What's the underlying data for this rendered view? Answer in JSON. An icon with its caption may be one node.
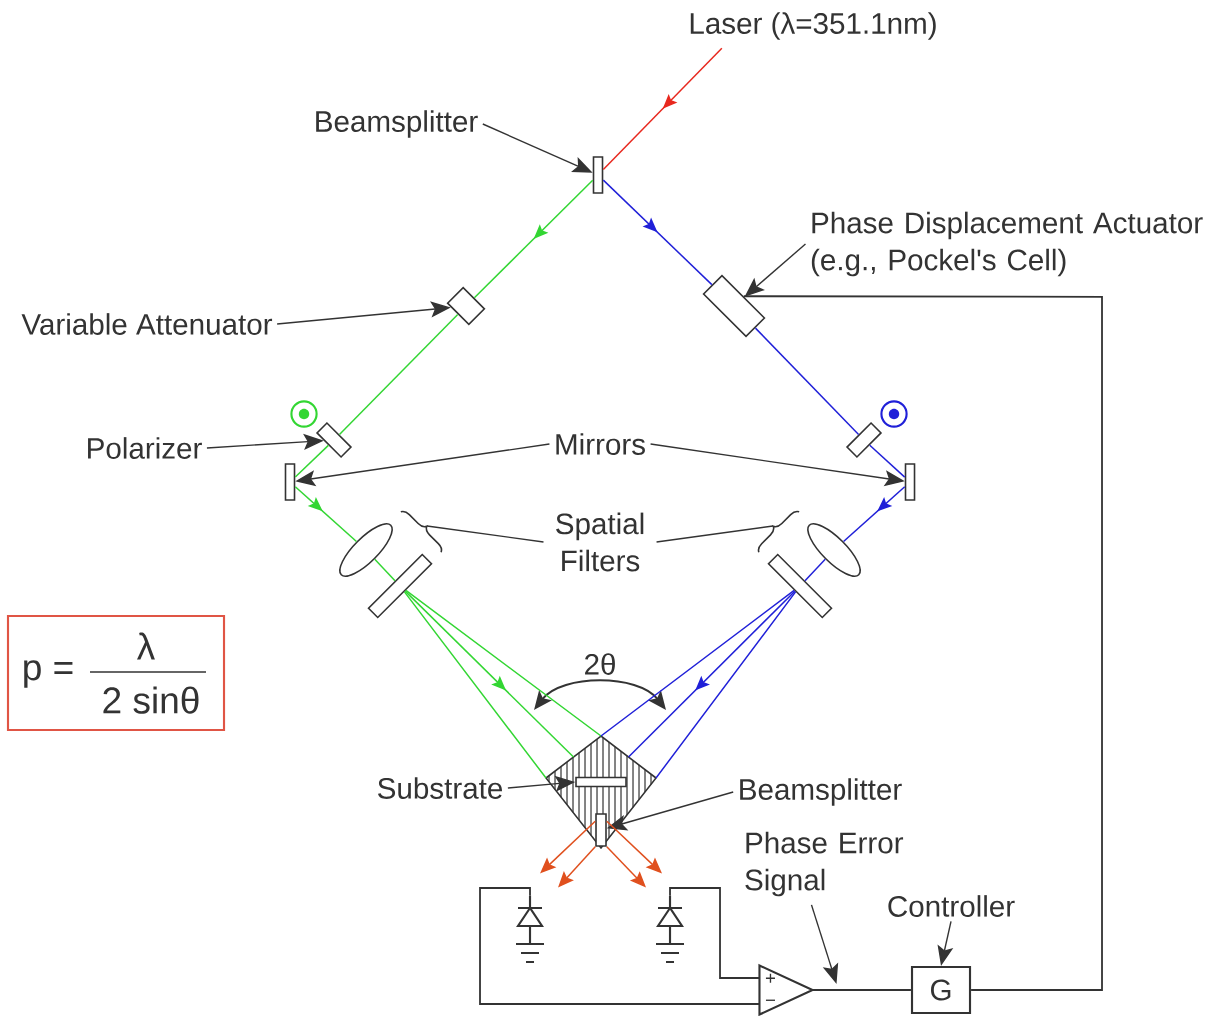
{
  "diagram": {
    "nodes": [
      {
        "text": [
          "Laser (λ=351.1nm)"
        ]
      },
      {
        "text": [
          "Beamsplitter"
        ]
      },
      {
        "text": [],
        "shape": "box"
      },
      {
        "text": [
          "Phase Displacement Actuator (e.g., Pockel's Cell)"
        ]
      },
      {
        "text": [
          "Variable Attenuator"
        ]
      },
      {
        "text": [],
        "shape": "box"
      },
      {
        "text": [],
        "shape": "box"
      },
      {
        "text": [
          "Polarizer"
        ]
      },
      {
        "text": [],
        "shape": "box"
      },
      {
        "text": [],
        "shape": "box"
      },
      {
        "text": [
          "Mirrors"
        ]
      },
      {
        "text": [],
        "shape": "box"
      },
      {
        "text": [],
        "shape": "box"
      },
      {
        "text": [
          "Spatial Filters"
        ]
      },
      {
        "text": [],
        "shape": "brace"
      },
      {
        "text": [],
        "shape": "brace"
      },
      {
        "text": [],
        "shape": "ellipse"
      },
      {
        "text": [],
        "shape": "ellipse"
      },
      {
        "text": [],
        "shape": "box"
      },
      {
        "text": [],
        "shape": "box"
      },
      {
        "text": [
          "p =",
          "λ",
          "2 sinθ"
        ]
      },
      {
        "text": [],
        "shape": "diamond"
      },
      {
        "text": [
          "Substrate"
        ]
      },
      {
        "text": [],
        "shape": "bar",
        "in": 21
      },
      {
        "text": [
          "Beamsplitter"
        ]
      },
      {
        "text": [],
        "shape": "box",
        "in": 21
      },
      {
        "text": [
          "Phase Error Signal"
        ]
      },
      {
        "text": [
          "Controller"
        ]
      },
      {
        "text": [],
        "shape": "diode"
      },
      {
        "text": [],
        "shape": "diode"
      },
      {
        "text": [
          "+",
          "−"
        ]
      },
      {
        "text": [
          "G"
        ]
      }
    ],
    "edges": [
      {
        "from": 0,
        "to": 2,
        "arrow": "to",
        "color": "#e8281e"
      },
      {
        "from": 1,
        "to": 2,
        "arrow": "to"
      },
      {
        "from": 2,
        "to": 5,
        "arrow": "to",
        "color": "#33d633"
      },
      {
        "from": 2,
        "to": 6,
        "arrow": "to",
        "color": "#2020d8"
      },
      {
        "from": 3,
        "to": 6,
        "arrow": "to"
      },
      {
        "from": 4,
        "to": 5,
        "arrow": "to"
      },
      {
        "from": 5,
        "to": 8,
        "arrow": "none",
        "color": "#33d633"
      },
      {
        "from": 6,
        "to": 9,
        "arrow": "none",
        "color": "#2020d8"
      },
      {
        "from": 7,
        "to": 8,
        "arrow": "to"
      },
      {
        "from": 8,
        "to": 11,
        "arrow": "none",
        "color": "#33d633"
      },
      {
        "from": 9,
        "to": 12,
        "arrow": "none",
        "color": "#2020d8"
      },
      {
        "from": 10,
        "to": 11,
        "arrow": "to"
      },
      {
        "from": 10,
        "to": 12,
        "arrow": "to"
      },
      {
        "from": 11,
        "to": 16,
        "arrow": "to",
        "color": "#33d633"
      },
      {
        "from": 12,
        "to": 17,
        "arrow": "to",
        "color": "#2020d8"
      },
      {
        "from": 13,
        "to": 14,
        "arrow": "none"
      },
      {
        "from": 13,
        "to": 15,
        "arrow": "none"
      },
      {
        "from": 16,
        "to": 18,
        "arrow": "none",
        "color": "#33d633"
      },
      {
        "from": 17,
        "to": 19,
        "arrow": "none",
        "color": "#2020d8"
      },
      {
        "from": 18,
        "to": 21,
        "arrow": "to",
        "color": "#33d633"
      },
      {
        "from": 19,
        "to": 21,
        "arrow": "to",
        "color": "#2020d8"
      },
      {
        "from": 22,
        "to": 23,
        "arrow": "to"
      },
      {
        "from": 24,
        "to": 25,
        "arrow": "to"
      },
      {
        "from": 25,
        "to": 28,
        "arrow": "to",
        "color": "#e0501e"
      },
      {
        "from": 25,
        "to": 28,
        "arrow": "to",
        "color": "#e0501e"
      },
      {
        "from": 25,
        "to": 29,
        "arrow": "to",
        "color": "#e0501e"
      },
      {
        "from": 25,
        "to": 29,
        "arrow": "to",
        "color": "#e0501e"
      },
      {
        "from": 26,
        "to": 30,
        "arrow": "to"
      },
      {
        "from": 27,
        "to": 31,
        "arrow": "to"
      },
      {
        "from": 28,
        "to": 30,
        "arrow": "none"
      },
      {
        "from": 29,
        "to": 30,
        "arrow": "none"
      },
      {
        "from": 30,
        "to": 31,
        "arrow": "none"
      },
      {
        "from": 31,
        "to": 6,
        "arrow": "none"
      }
    ],
    "labels": [
      "2θ"
    ]
  }
}
